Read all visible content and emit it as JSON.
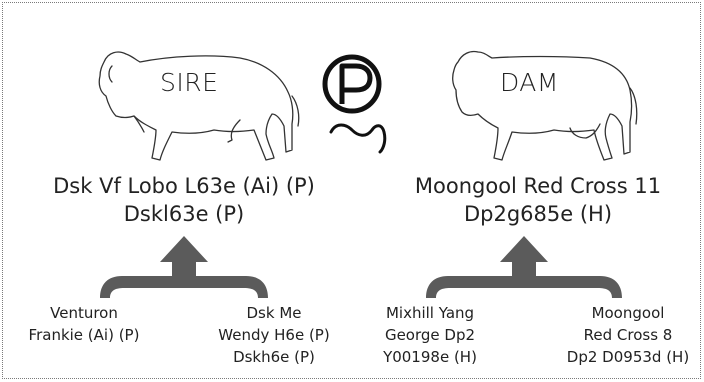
{
  "sire": {
    "label": "SIRE",
    "name_line1": "Dsk Vf Lobo L63e (Ai) (P)",
    "name_line2": "Dskl63e (P)"
  },
  "dam": {
    "label": "DAM",
    "name_line1": "Moongool Red Cross 11",
    "name_line2": "Dp2g685e (H)"
  },
  "poll_symbol": "P",
  "grandparents": {
    "sire_side": [
      {
        "lines": [
          "Venturon",
          "Frankie (Ai) (P)"
        ]
      },
      {
        "lines": [
          "Dsk Me",
          "Wendy H6e (P)",
          "Dskh6e (P)"
        ]
      }
    ],
    "dam_side": [
      {
        "lines": [
          "Mixhill Yang",
          "George Dp2",
          "Y00198e (H)"
        ]
      },
      {
        "lines": [
          "Moongool",
          "Red Cross 8",
          "Dp2 D0953d (H)"
        ]
      }
    ]
  },
  "colors": {
    "outline": "#333333",
    "arrow": "#5b5b5b",
    "border": "#7a7a7a"
  },
  "icons": [
    "bull-outline-icon",
    "cow-outline-icon",
    "polled-p-icon",
    "upward-brace-arrow-icon"
  ]
}
